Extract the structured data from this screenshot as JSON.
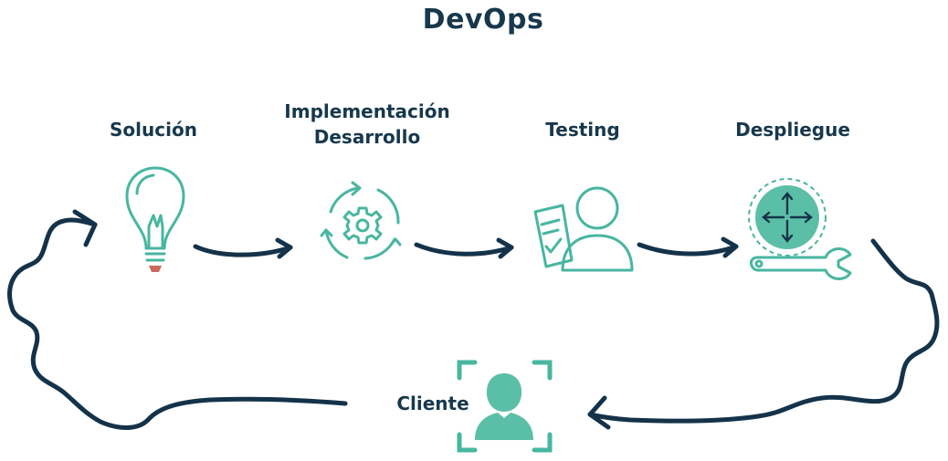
{
  "title": "DevOps",
  "stages": [
    {
      "lines": [
        "Solución"
      ],
      "icon": "lightbulb-icon"
    },
    {
      "lines": [
        "Implementación",
        "Desarrollo"
      ],
      "icon": "gear-cycle-icon"
    },
    {
      "lines": [
        "Testing"
      ],
      "icon": "tester-checklist-icon"
    },
    {
      "lines": [
        "Despliegue"
      ],
      "icon": "deploy-wrench-icon"
    }
  ],
  "client": {
    "label": "Cliente",
    "icon": "client-user-icon"
  },
  "colors": {
    "navy": "#14334a",
    "teal": "#48b6a0",
    "teal_fill": "#5bbfa7",
    "bulb_base": "#c96a5c"
  }
}
